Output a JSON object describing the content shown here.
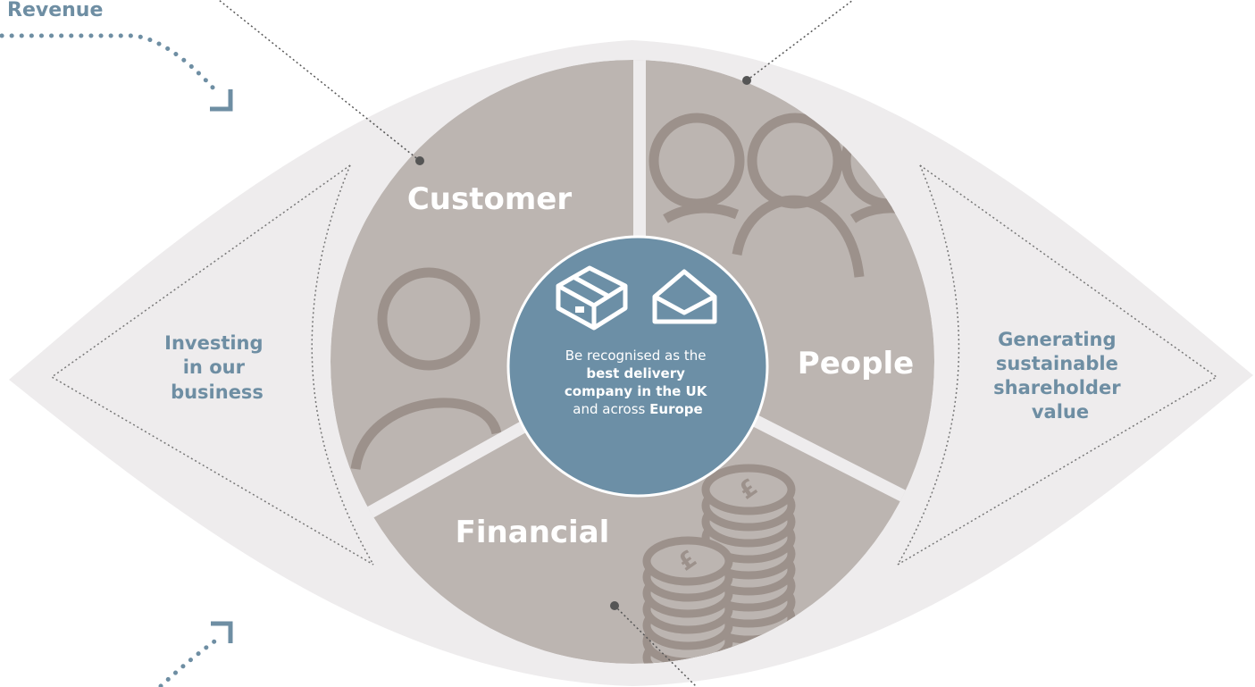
{
  "corner_label": "Revenue",
  "segments": {
    "customer": "Customer",
    "people": "People",
    "financial": "Financial"
  },
  "center": {
    "line1": "Be recognised as the",
    "line2": "best delivery",
    "line3": "company in the UK",
    "line4_plain": "and across ",
    "line4_bold": "Europe"
  },
  "left_label": [
    "Investing",
    "in our",
    "business"
  ],
  "right_label": [
    "Generating",
    "sustainable",
    "shareholder",
    "value"
  ],
  "colors": {
    "background_shape": "#eeeced",
    "segment_fill": "#bcb5b1",
    "icon_stroke": "#9c918b",
    "center_fill": "#6c8fa6",
    "accent_text": "#6e8ea3",
    "dotted_line": "#6b6b6b"
  },
  "icons": [
    "parcel-icon",
    "envelope-icon",
    "person-icon",
    "people-group-icon",
    "coin-stack-icon"
  ]
}
